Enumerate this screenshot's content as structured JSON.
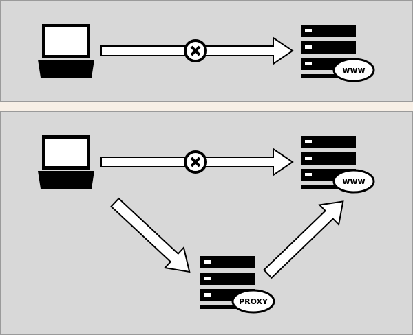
{
  "colors": {
    "panel_bg": "#d8d8d8",
    "page_bg": "#f7efe6",
    "ink": "#000000",
    "arrow_fill": "#ffffff"
  },
  "top_panel": {
    "server_label": "www"
  },
  "bottom_panel": {
    "server_label": "www",
    "proxy_label": "PROXY"
  },
  "icons": [
    "laptop-icon",
    "server-icon",
    "blocked-icon",
    "arrow-icon"
  ]
}
